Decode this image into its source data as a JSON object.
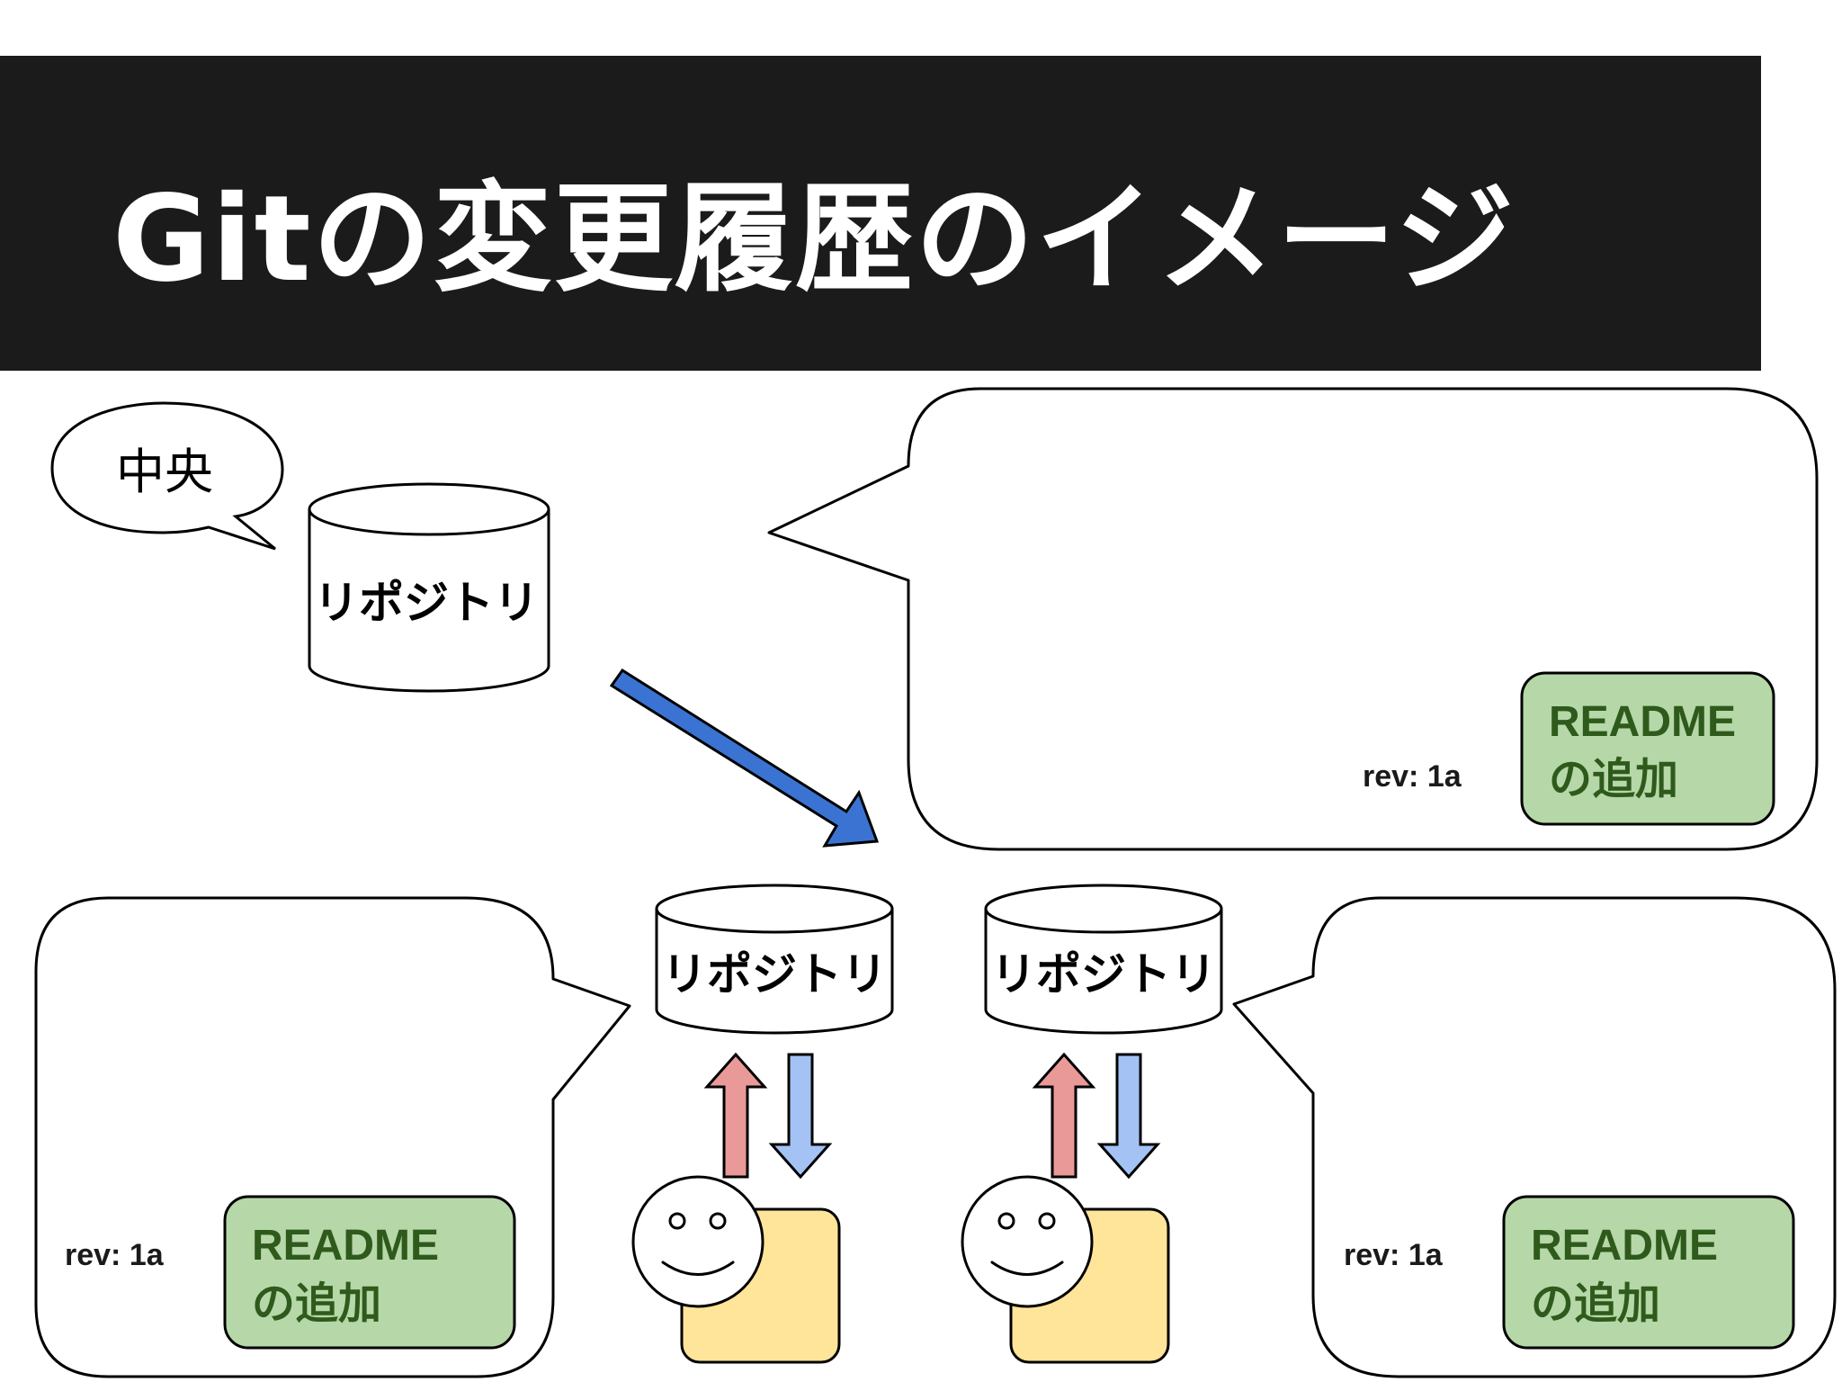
{
  "header": {
    "title": "Gitの変更履歴のイメージ"
  },
  "central_bubble": {
    "label": "中央"
  },
  "repositories": {
    "central": {
      "label": "リポジトリ"
    },
    "local_left": {
      "label": "リポジトリ"
    },
    "local_right": {
      "label": "リポジトリ"
    }
  },
  "history_panels": {
    "top_right": {
      "rev": "rev: 1a",
      "commit_line1": "README",
      "commit_line2": "の追加"
    },
    "bottom_left": {
      "rev": "rev: 1a",
      "commit_line1": "README",
      "commit_line2": "の追加"
    },
    "bottom_right": {
      "rev": "rev: 1a",
      "commit_line1": "README",
      "commit_line2": "の追加"
    }
  },
  "colors": {
    "header_bg": "#1b1b1b",
    "clone_arrow": "#3b73d3",
    "push_arrow": "#ea9999",
    "pull_arrow": "#a4c2f4",
    "commit_fill": "#b6d7a8",
    "commit_text": "#2e5a1c",
    "user_box": "#ffe599"
  }
}
